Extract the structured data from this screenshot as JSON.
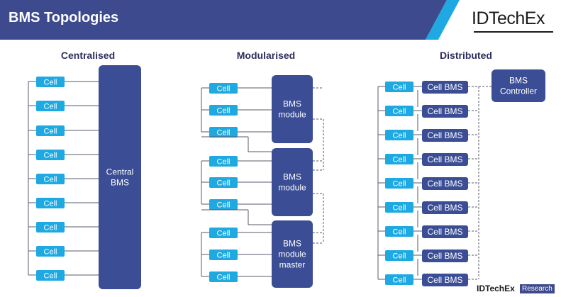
{
  "title": "BMS Topologies",
  "logo": "IDTechEx",
  "footer": {
    "logo": "IDTechEx",
    "tag": "Research"
  },
  "columns": {
    "centralised": "Centralised",
    "modularised": "Modularised",
    "distributed": "Distributed"
  },
  "labels": {
    "cell": "Cell",
    "central_bms": [
      "Central",
      "BMS"
    ],
    "bms_module": [
      "BMS",
      "module"
    ],
    "bms_module_master": [
      "BMS",
      "module",
      "master"
    ],
    "cell_bms": "Cell BMS",
    "bms_controller": [
      "BMS",
      "Controller"
    ]
  },
  "colors": {
    "banner": "#3d4a8e",
    "banner_accent": "#1ea9e2",
    "cell": "#1ea9e2",
    "bms": "#3a4d95",
    "line": "#5a5a6a"
  }
}
